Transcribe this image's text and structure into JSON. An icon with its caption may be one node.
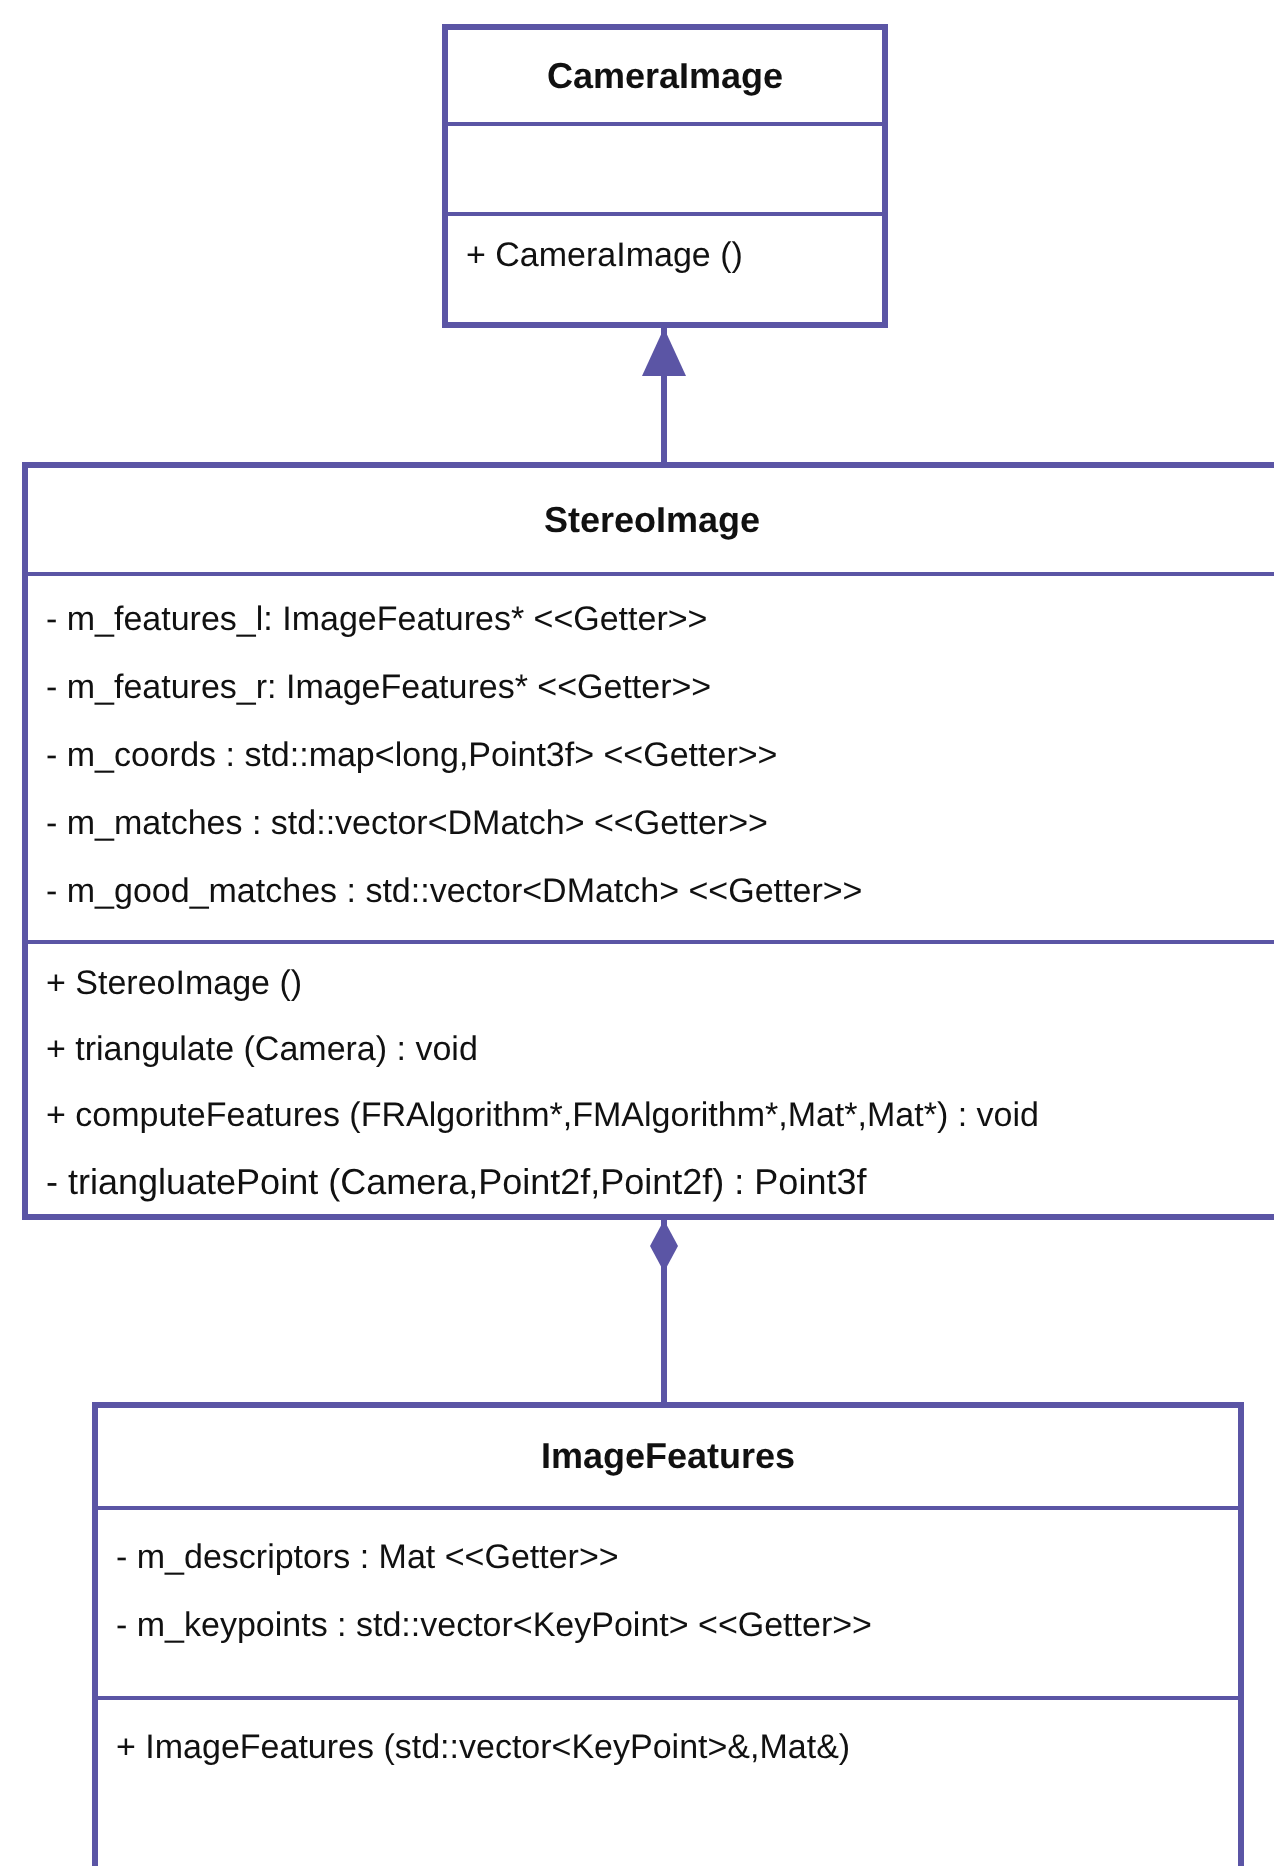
{
  "diagram": {
    "nodes": [
      {
        "text": [
          "CameraImage"
        ]
      },
      {
        "text": [],
        "shape": "box",
        "in": 0
      },
      {
        "text": [
          "+ CameraImage ()"
        ],
        "in": 0
      },
      {
        "text": [
          "StereoImage"
        ]
      },
      {
        "text": [
          "- m_features_l: ImageFeatures* <<Getter>>",
          "- m_features_r: ImageFeatures* <<Getter>>",
          "- m_coords : std::map<long,Point3f> <<Getter>>",
          "- m_matches : std::vector<DMatch> <<Getter>>",
          "- m_good_matches : std::vector<DMatch> <<Getter>>"
        ],
        "in": 3
      },
      {
        "text": [
          "+ StereoImage ()",
          "+ triangulate (Camera) : void",
          "+ computeFeatures (FRAlgorithm*,FMAlgorithm*,Mat*,Mat*) : void",
          "- triangluatePoint (Camera,Point2f,Point2f) : Point3f"
        ],
        "in": 3
      },
      {
        "text": [
          "ImageFeatures"
        ]
      },
      {
        "text": [
          "- m_descriptors : Mat <<Getter>>",
          "- m_keypoints : std::vector<KeyPoint> <<Getter>>"
        ],
        "in": 6
      },
      {
        "text": [
          "+ ImageFeatures (std::vector<KeyPoint>&,Mat&)"
        ],
        "in": 6
      }
    ],
    "edges": [
      {
        "from": 3,
        "to": 0,
        "arrow": "to"
      },
      {
        "from": 6,
        "to": 3,
        "arrow": "other"
      }
    ]
  }
}
